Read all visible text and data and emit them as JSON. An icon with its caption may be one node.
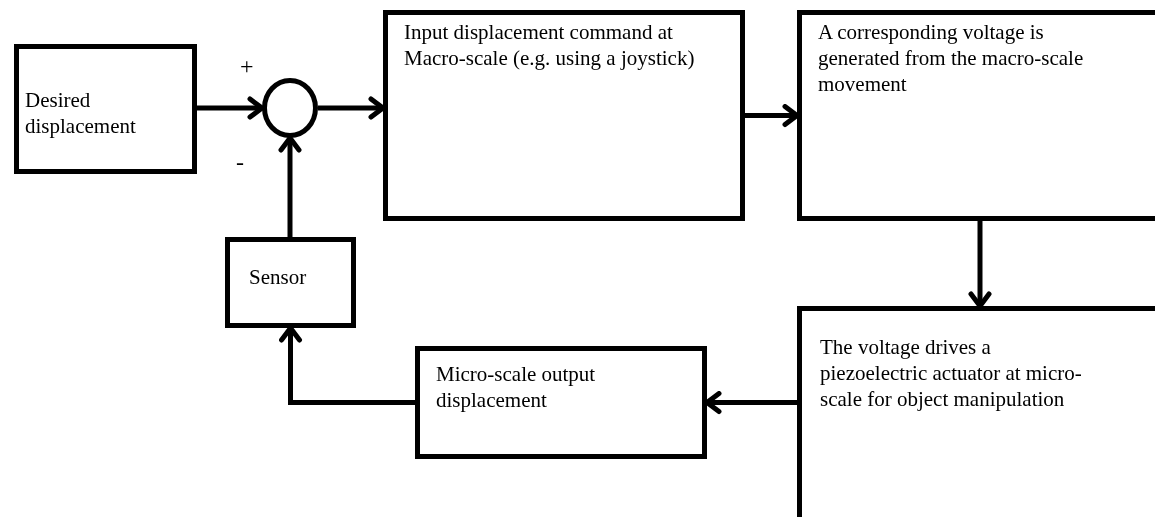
{
  "diagram": {
    "nodes": [
      {
        "text": [
          "Desired displacement"
        ]
      },
      {
        "text": [],
        "shape": "circle"
      },
      {
        "text": [
          "Input displacement command at Macro-scale (e.g. using a joystick)"
        ]
      },
      {
        "text": [
          "A corresponding voltage is generated from the macro-scale movement"
        ]
      },
      {
        "text": [
          "The voltage drives a piezoelectric actuator at micro-scale for object manipulation"
        ]
      },
      {
        "text": [
          "Micro-scale output displacement"
        ]
      },
      {
        "text": [
          "Sensor"
        ]
      }
    ],
    "edges": [
      {
        "from": 0,
        "to": 1,
        "arrow": "to"
      },
      {
        "from": 1,
        "to": 2,
        "arrow": "to"
      },
      {
        "from": 2,
        "to": 3,
        "arrow": "to"
      },
      {
        "from": 3,
        "to": 4,
        "arrow": "to"
      },
      {
        "from": 4,
        "to": 5,
        "arrow": "to"
      },
      {
        "from": 5,
        "to": 6,
        "arrow": "to"
      },
      {
        "from": 6,
        "to": 1,
        "arrow": "to"
      }
    ],
    "labels": [
      "+",
      "-"
    ]
  }
}
